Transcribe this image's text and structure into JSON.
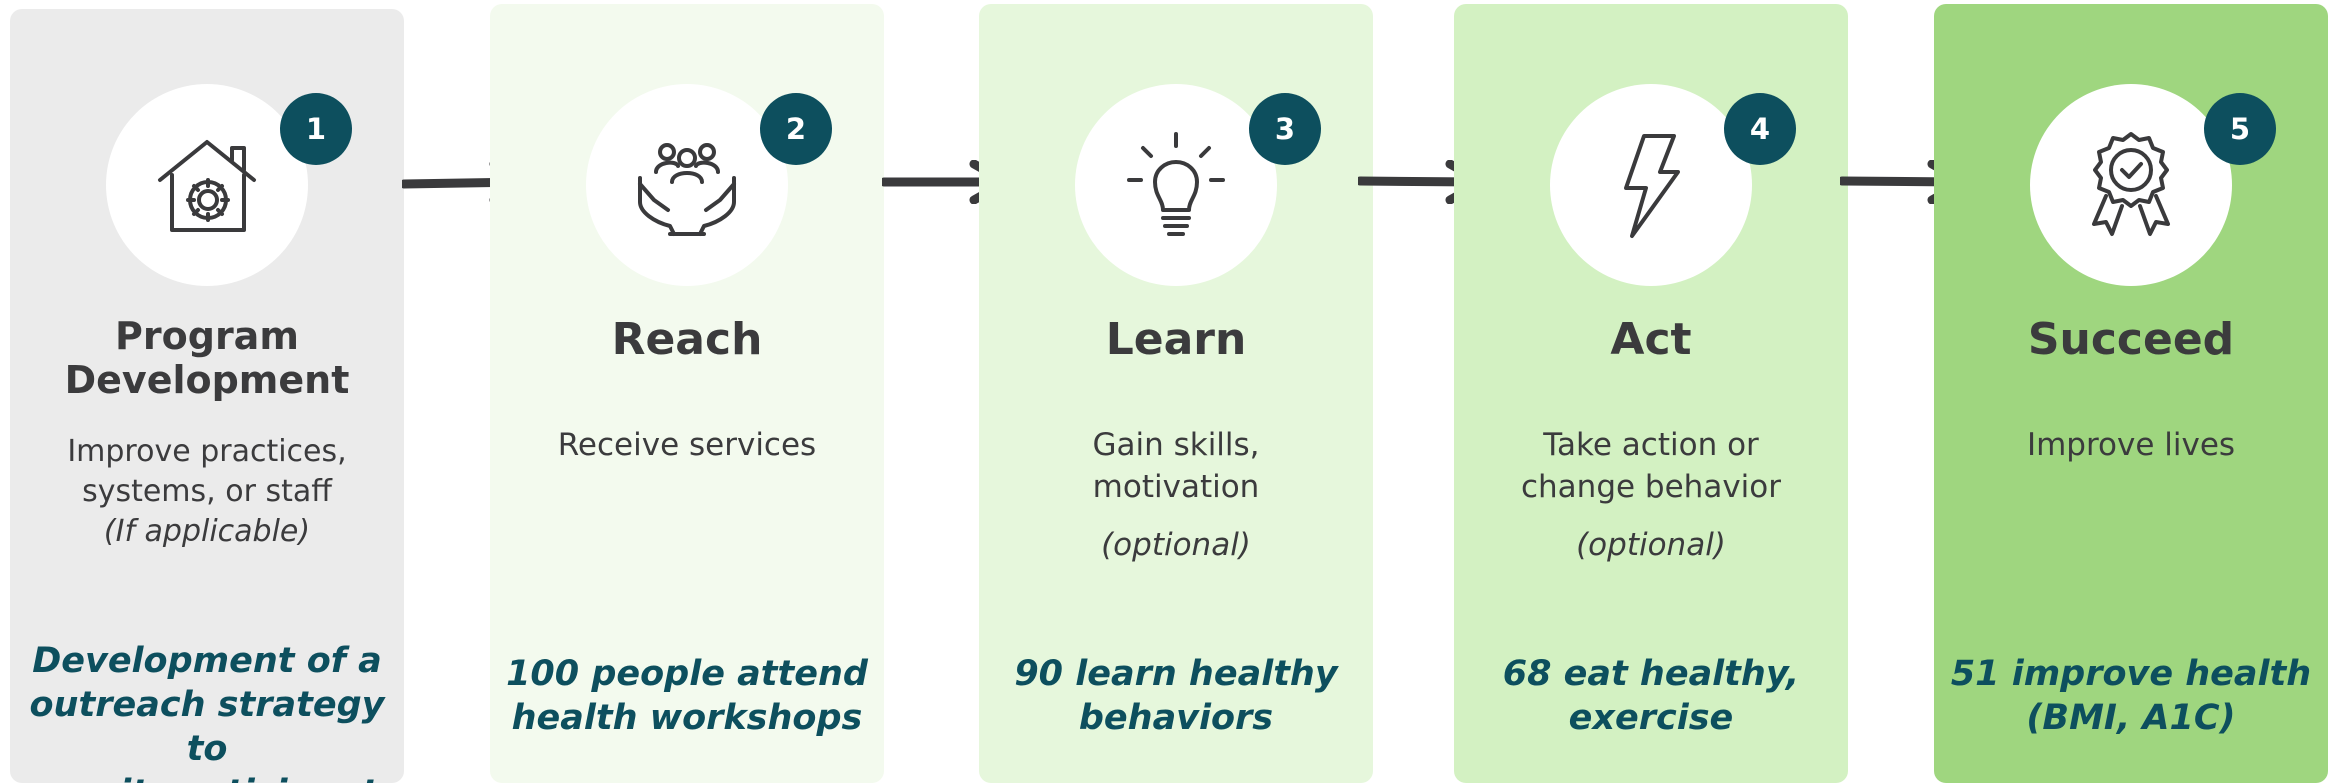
{
  "stages": [
    {
      "number": "1",
      "icon": "house-gear-icon",
      "title_lines": [
        "Program",
        "Development"
      ],
      "desc_lines": [
        "Improve practices,",
        "systems, or staff"
      ],
      "note": "(If applicable)",
      "outcome_lines": [
        "Development of a",
        "outreach strategy to",
        "recruit participants"
      ]
    },
    {
      "number": "2",
      "icon": "people-in-hands-icon",
      "title_lines": [
        "Reach"
      ],
      "desc_lines": [
        "Receive services"
      ],
      "note": "",
      "outcome_lines": [
        "100 people attend",
        "health workshops"
      ]
    },
    {
      "number": "3",
      "icon": "lightbulb-icon",
      "title_lines": [
        "Learn"
      ],
      "desc_lines": [
        "Gain skills,",
        "motivation"
      ],
      "note": "(optional)",
      "outcome_lines": [
        "90 learn healthy",
        "behaviors"
      ]
    },
    {
      "number": "4",
      "icon": "lightning-bolt-icon",
      "title_lines": [
        "Act"
      ],
      "desc_lines": [
        "Take action or",
        "change behavior"
      ],
      "note": "(optional)",
      "outcome_lines": [
        "68 eat healthy,",
        "exercise"
      ]
    },
    {
      "number": "5",
      "icon": "award-ribbon-icon",
      "title_lines": [
        "Succeed"
      ],
      "desc_lines": [
        "Improve lives"
      ],
      "note": "",
      "outcome_lines": [
        "51 improve health",
        "(BMI, A1C)"
      ]
    }
  ],
  "colors": {
    "badge": "#0d4f5e",
    "outcome_text": "#0d4f5e",
    "arrow": "#3a3a3c",
    "stage_backgrounds": [
      "#ebebeb",
      "#f3faee",
      "#e6f7dc",
      "#d3f1c2",
      "#9fd67f"
    ]
  }
}
